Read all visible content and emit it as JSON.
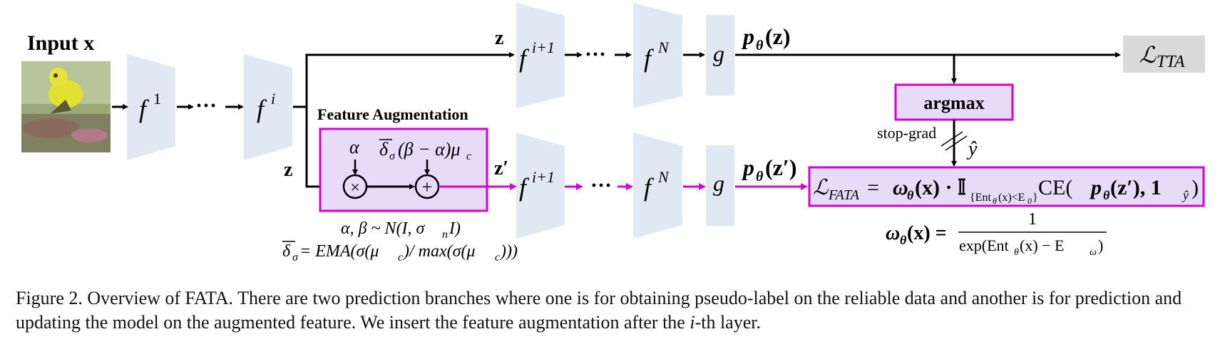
{
  "input": {
    "label": "Input x"
  },
  "layers": {
    "f1": "f",
    "f1_sup": "1",
    "fi": "f",
    "fi_sup": "i",
    "fi1": "f",
    "fi1_sup": "i+1",
    "fN": "f",
    "fN_sup": "N",
    "g": "g",
    "ellipsis": "···"
  },
  "top_branch": {
    "z_label": "z",
    "output": "p",
    "output_sub": "θ",
    "output_arg": "(z)"
  },
  "loss_tta": {
    "main": "ℒ",
    "sub": "TTA"
  },
  "argmax": {
    "label": "argmax"
  },
  "stop_grad": {
    "label": "stop-grad"
  },
  "y_hat": {
    "label": "ŷ"
  },
  "feature_aug": {
    "title": "Feature Augmentation",
    "alpha": "α",
    "delta_expr": "δ",
    "delta_sub": "σ",
    "delta_rest": "(β − α)μ",
    "delta_rest_sub": "c",
    "times": "×",
    "plus": "+",
    "z_in": "z",
    "z_out": "z′",
    "dist": "α, β ~ N(I, σ",
    "dist_sub": "n",
    "dist_end": "I)",
    "ema_lhs": "δ",
    "ema_lhs_sub": "σ",
    "ema_rhs": " = EMA(σ(μ",
    "ema_rhs_sub": "c",
    "ema_mid": ")/ max(σ(μ",
    "ema_mid_sub": "c",
    "ema_end": ")))"
  },
  "bottom_branch": {
    "output": "p",
    "output_sub": "θ",
    "output_arg": "(z′)"
  },
  "loss_fata": {
    "lhs": "ℒ",
    "lhs_sub": "FATA",
    "eq": " = ",
    "omega": "ω",
    "omega_sub": "θ",
    "omega_arg": "(x) · 𝕀",
    "ind_sub": "{Ent",
    "ind_sub_theta": "θ",
    "ind_sub_rest": "(x)<E",
    "ind_sub_zero": "0",
    "ind_sub_close": "}",
    "ce": " CE(",
    "p": "p",
    "p_sub": "θ",
    "p_arg": "(z′), 1",
    "one_sub": "ŷ",
    "close": ")"
  },
  "omega_def": {
    "lhs": "ω",
    "lhs_sub": "θ",
    "lhs_arg": "(x) =",
    "num": "1",
    "den_a": "exp(Ent",
    "den_sub": "θ",
    "den_b": "(x) − E",
    "den_sub2": "ω",
    "den_c": ")"
  },
  "caption": {
    "text1": "Figure 2. Overview of FATA. There are two prediction branches where one is for obtaining pseudo-label on the reliable data and another is for prediction and updating the model on the augmented feature. We insert the feature augmentation after the ",
    "text_i": "i",
    "text2": "-th layer."
  },
  "colors": {
    "accent": "#d400d4",
    "box_fill": "#e7dcf7",
    "layer_fill": "#dfe8f3",
    "loss_fill": "#d9d9d9"
  }
}
